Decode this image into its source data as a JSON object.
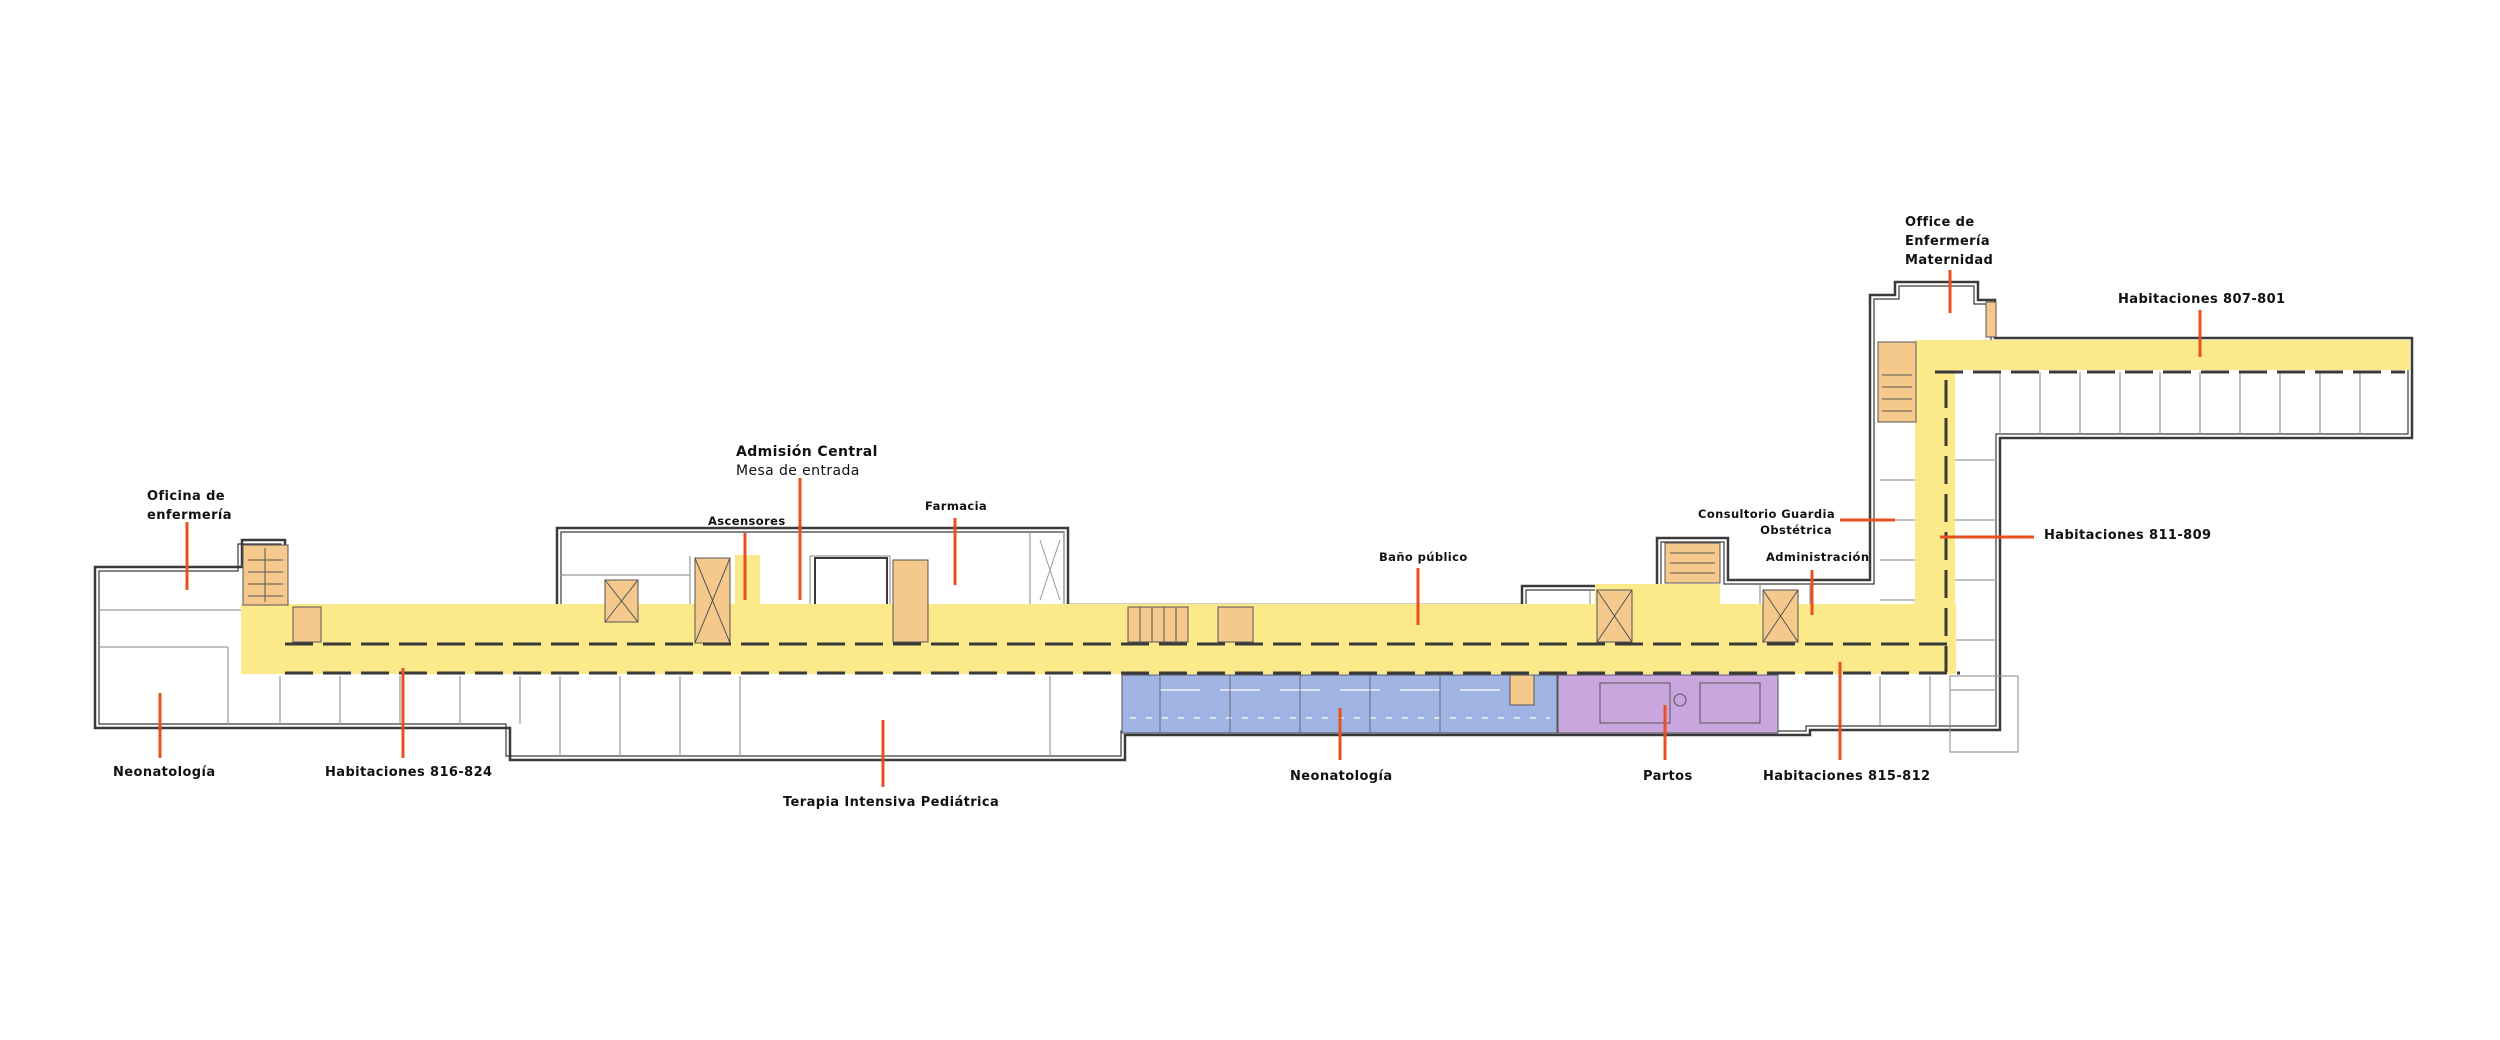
{
  "plan": {
    "labels": {
      "oficina_enfermeria": [
        "Oficina de",
        "enfermería"
      ],
      "admision_title": "Admisión Central",
      "admision_sub": "Mesa de entrada",
      "ascensores": "Ascensores",
      "farmacia": "Farmacia",
      "bano_publico": "Baño público",
      "office_enfermeria_maternidad": [
        "Office de",
        "Enfermería",
        "Maternidad"
      ],
      "habitaciones_807_801": "Habitaciones 807-801",
      "consultorio_guardia": [
        "Consultorio Guardia",
        "Obstétrica"
      ],
      "habitaciones_811_809": "Habitaciones 811-809",
      "administracion": "Administración",
      "neonatologia_left": "Neonatología",
      "habitaciones_816_824": "Habitaciones 816-824",
      "terapia_intensiva": "Terapia Intensiva Pediátrica",
      "neonatologia_center": "Neonatología",
      "partos": "Partos",
      "habitaciones_815_812": "Habitaciones 815-812"
    },
    "zone_colors": {
      "circulation": "#fbe98a",
      "stairs_elevators": "#f5c98c",
      "neonatology": "#9fb4e3",
      "delivery": "#c9a6de",
      "leader_line": "#e8501f",
      "walls": "#3a3a3a"
    }
  }
}
